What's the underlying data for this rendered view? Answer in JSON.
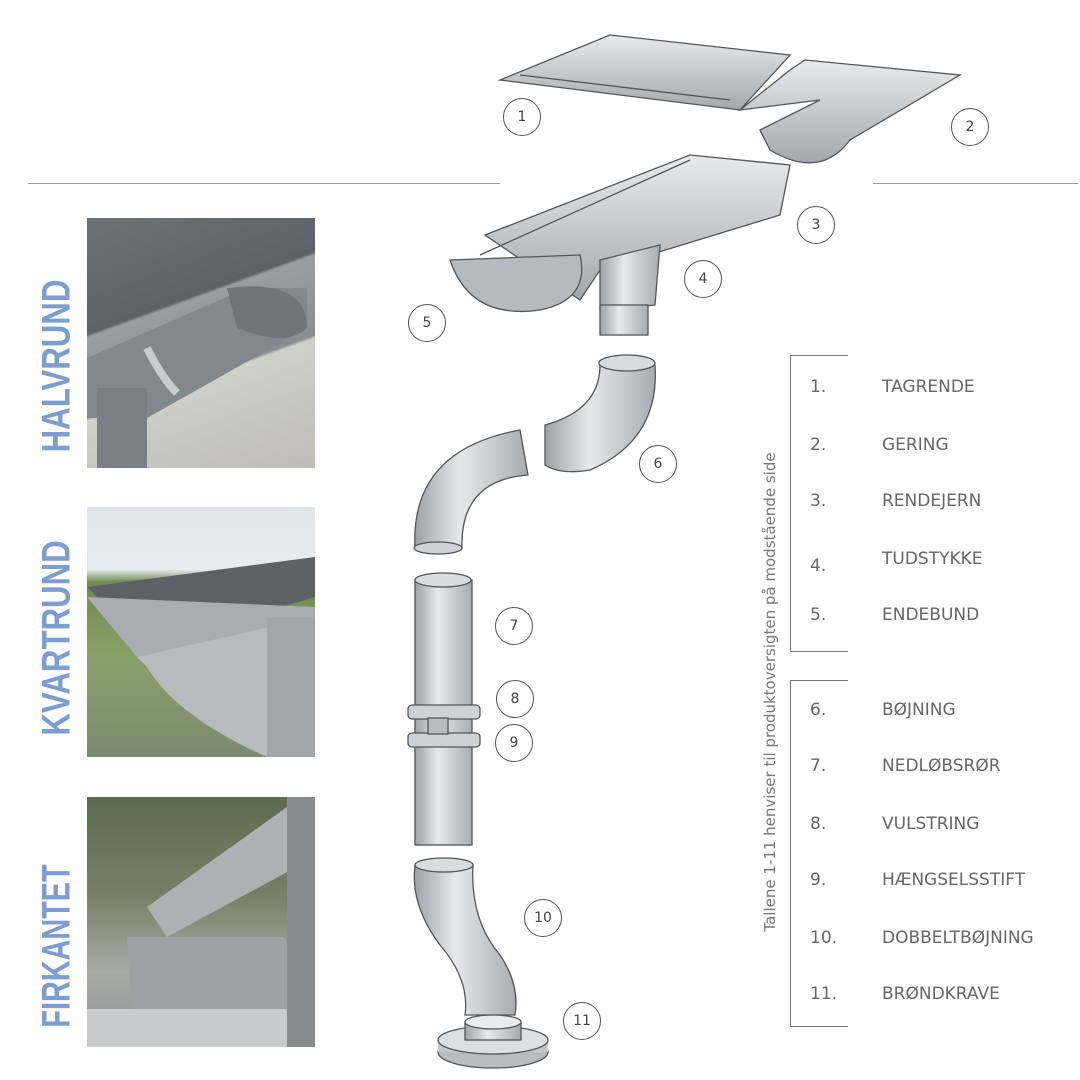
{
  "side_labels": [
    "HALVRUND",
    "KVARTRUND",
    "FIRKANTET"
  ],
  "note": "Tallene 1-11  henviser til produktoversigten på modstående side",
  "callouts": [
    "1",
    "2",
    "3",
    "4",
    "5",
    "6",
    "7",
    "8",
    "9",
    "10",
    "11"
  ],
  "legend_group_1": [
    {
      "num": "1.",
      "label": "TAGRENDE"
    },
    {
      "num": "2.",
      "label": "GERING"
    },
    {
      "num": "3.",
      "label": "RENDEJERN"
    },
    {
      "num": "4.",
      "label": "TUDSTYKKE"
    },
    {
      "num": "5.",
      "label": "ENDEBUND"
    }
  ],
  "legend_group_2": [
    {
      "num": "6.",
      "label": "BØJNING"
    },
    {
      "num": "7.",
      "label": "NEDLØBSRØR"
    },
    {
      "num": "8.",
      "label": "VULSTRING"
    },
    {
      "num": "9.",
      "label": "HÆNGSELSSTIFT"
    },
    {
      "num": "10.",
      "label": "DOBBELTBØJNING"
    },
    {
      "num": "11.",
      "label": "BRØNDKRAVE"
    }
  ],
  "colors": {
    "label_blue": "#7d9cd0",
    "text_gray": "#666666",
    "metal": "#c9ccd0"
  }
}
